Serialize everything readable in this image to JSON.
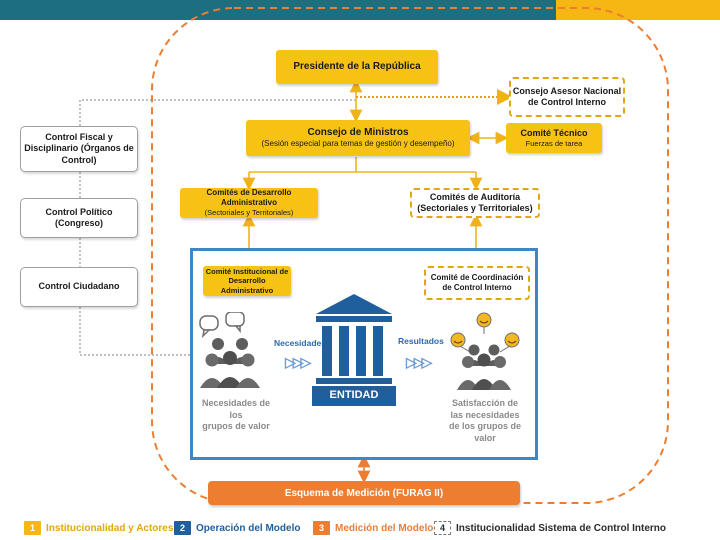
{
  "header": {
    "teal_color": "#1d6f80",
    "gold_color": "#f6b614"
  },
  "nodes": {
    "president": "Presidente de la República",
    "advisory_council": {
      "line1": "Consejo Asesor Nacional",
      "line2": "de Control Interno"
    },
    "council_of_ministers": {
      "title": "Consejo de Ministros",
      "subtitle": "(Sesión especial para temas de gestión y desempeño)"
    },
    "technical_committee": {
      "title": "Comité Técnico",
      "subtitle": "Fuerzas de tarea"
    },
    "admin_dev_committees": {
      "title": "Comités de Desarrollo Administrativo",
      "subtitle": "(Sectoriales y Territoriales)"
    },
    "audit_committees": {
      "title": "Comités de Auditoría",
      "subtitle": "(Sectoriales y Territoriales)"
    },
    "institutional_committee": {
      "line1": "Comité Institucional de",
      "line2": "Desarrollo Administrativo"
    },
    "coordination_committee": {
      "line1": "Comité de Coordinación",
      "line2": "de Control Interno"
    },
    "fiscal_control": {
      "line1": "Control Fiscal y",
      "line2": "Disciplinario (Órganos de",
      "line3": "Control)"
    },
    "political_control": "Control Político (Congreso)",
    "citizen_control": "Control Ciudadano"
  },
  "entity": {
    "label": "ENTIDAD",
    "needs_label": "Necesidades",
    "results_label": "Resultados",
    "left_caption": {
      "line1": "Necesidades de los",
      "line2": "grupos de valor"
    },
    "right_caption": {
      "line1": "Satisfacción de",
      "line2": "las necesidades",
      "line3": "de los grupos de",
      "line4": "valor"
    }
  },
  "measurement_bar": "Esquema de Medición (FURAG II)",
  "legend": [
    {
      "num": "1",
      "label": "Institucionalidad y Actores",
      "color": "#f6b614"
    },
    {
      "num": "2",
      "label": "Operación del Modelo",
      "color": "#1f5f9e"
    },
    {
      "num": "3",
      "label": "Medición del Modelo",
      "color": "#ec7d31"
    },
    {
      "num": "4",
      "label": "Institucionalidad Sistema de Control Interno",
      "color": "#2b2b2b"
    }
  ],
  "colors": {
    "gold": "#f6c315",
    "orange": "#ec7d31",
    "blue": "#3c87c4",
    "grey": "#a0a0a0"
  }
}
